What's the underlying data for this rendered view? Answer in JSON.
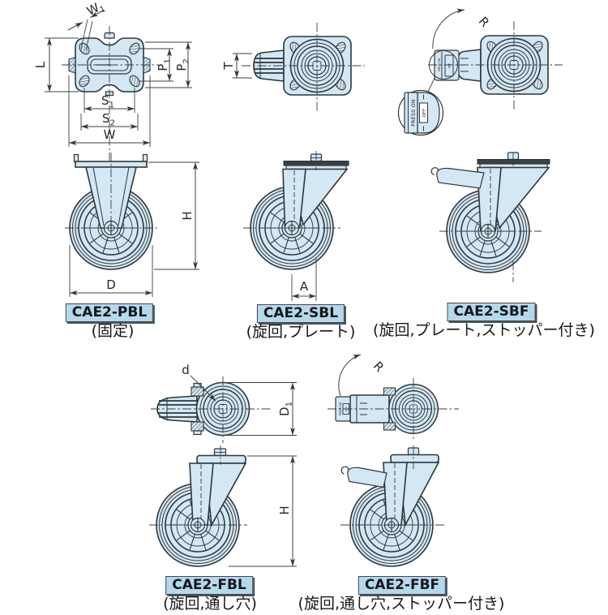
{
  "colors": {
    "drawing_fill": "#d3e7f4",
    "label_box_fill": "#b5d9ec",
    "line": "#30363b"
  },
  "dims": {
    "w1": {
      "base": "W",
      "sub": "1"
    },
    "l": {
      "base": "L"
    },
    "p1": {
      "base": "P",
      "sub": "1"
    },
    "p2": {
      "base": "P",
      "sub": "2"
    },
    "s1": {
      "base": "S",
      "sub": "1"
    },
    "s2": {
      "base": "S",
      "sub": "2"
    },
    "w": {
      "base": "W"
    },
    "t": {
      "base": "T"
    },
    "r": {
      "base": "R"
    },
    "h": {
      "base": "H"
    },
    "d_wheel": {
      "base": "D"
    },
    "a": {
      "base": "A"
    },
    "d_hole": {
      "base": "d"
    },
    "d1": {
      "base": "D",
      "sub": "1"
    }
  },
  "stopper_detail": {
    "press_on": "PRESS ON",
    "off": "OFF"
  },
  "models": {
    "pbl": {
      "name": "CAE2-PBL",
      "caption": "(固定)"
    },
    "sbl": {
      "name": "CAE2-SBL",
      "caption": "(旋回,プレート)"
    },
    "sbf": {
      "name": "CAE2-SBF",
      "caption": "(旋回,プレート,ストッパー付き)"
    },
    "fbl": {
      "name": "CAE2-FBL",
      "caption": "(旋回,通し穴)"
    },
    "fbf": {
      "name": "CAE2-FBF",
      "caption": "(旋回,通し穴,ストッパー付き)"
    }
  }
}
